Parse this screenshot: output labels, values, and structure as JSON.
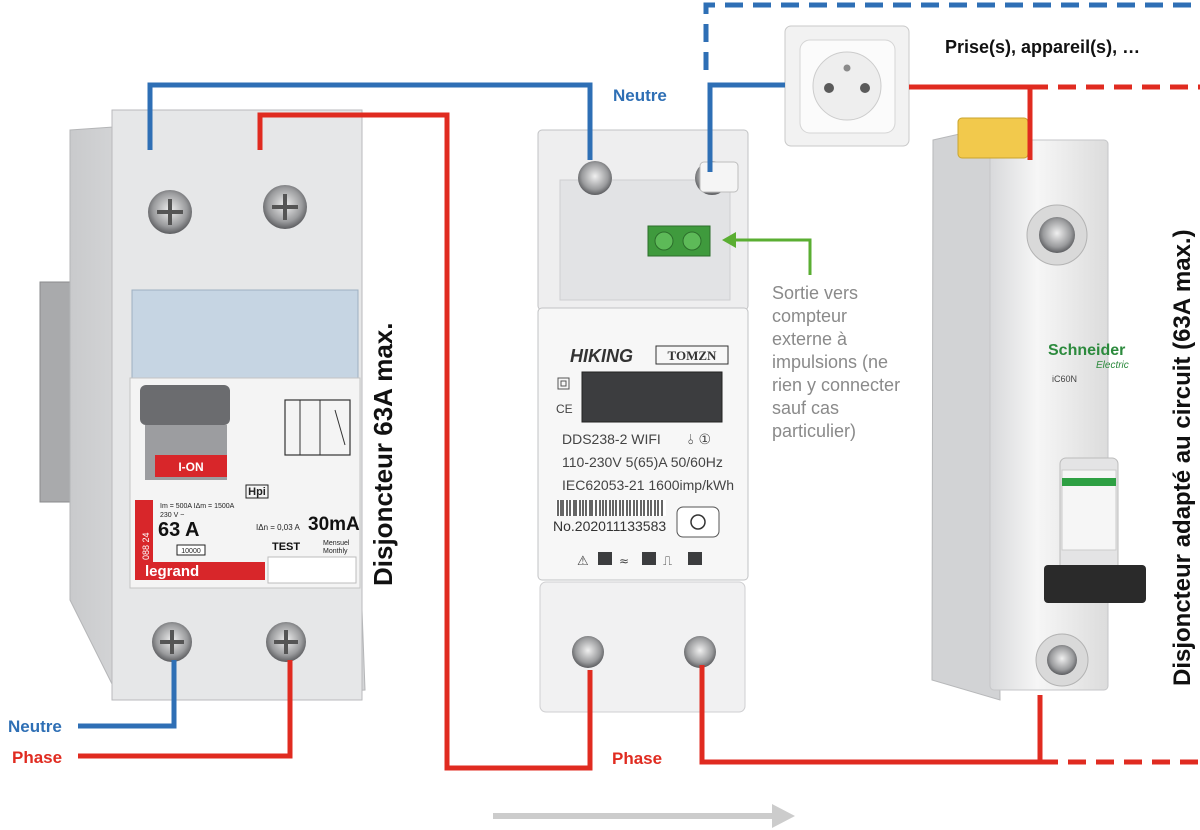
{
  "labels": {
    "neutre_top": "Neutre",
    "neutre_left": "Neutre",
    "phase_left": "Phase",
    "phase_mid": "Phase",
    "prises": "Prise(s), appareil(s), …",
    "differential_caption": "Disjoncteur 63A max.",
    "breaker_caption": "Disjoncteur adapté au circuit (63A max.)"
  },
  "note_lines": [
    "Sortie vers",
    "compteur",
    "externe à",
    "impulsions (ne",
    "rien y connecter",
    "sauf cas",
    "particulier)"
  ],
  "differential": {
    "brand": "legrand",
    "ref": "088 24",
    "rating": "63 A",
    "sensitivity": "30mA",
    "button": "I-ON",
    "test": "TEST",
    "test_note_1": "Mensuel",
    "test_note_2": "Monthly",
    "hpi": "Hpi",
    "specs_1": "Im = 500A  IΔm = 1500A",
    "specs_2": "230 V ~",
    "idn": "IΔn = 0,03 A",
    "code": "10000"
  },
  "meter": {
    "brand": "HIKING",
    "maker": "TOMZN",
    "model": "DDS238-2  WIFI",
    "voltage": "110-230V 5(65)A  50/60Hz",
    "standard": "IEC62053-21  1600imp/kWh",
    "serial": "No.202011133583",
    "ce": "CE"
  },
  "breaker": {
    "brand": "Schneider",
    "brand_sub": "Electric",
    "model": "iC60N"
  },
  "colors": {
    "neutral": "#2e6fb5",
    "phase": "#e02b20",
    "pulse": "#5aae32",
    "arrow": "#cccccc"
  }
}
